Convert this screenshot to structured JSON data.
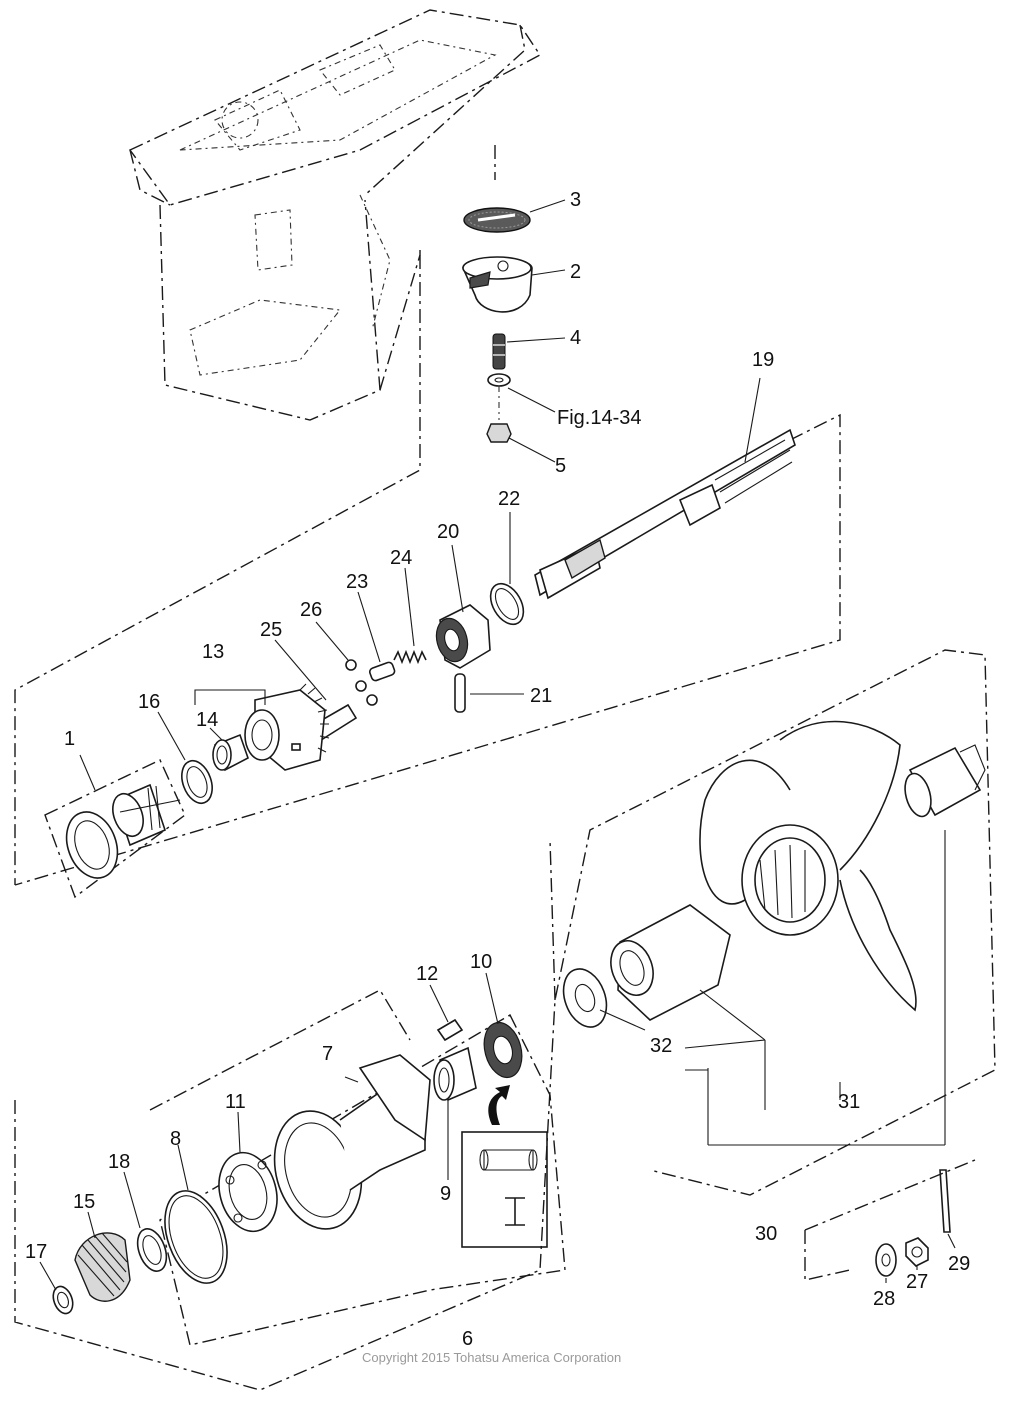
{
  "labels": {
    "p1": "1",
    "p2": "2",
    "p3": "3",
    "p4": "4",
    "p5": "5",
    "p6": "6",
    "p7": "7",
    "p8": "8",
    "p9": "9",
    "p10": "10",
    "p11": "11",
    "p12": "12",
    "p13": "13",
    "p14": "14",
    "p15": "15",
    "p16": "16",
    "p17": "17",
    "p18": "18",
    "p19": "19",
    "p20": "20",
    "p21": "21",
    "p22": "22",
    "p23": "23",
    "p24": "24",
    "p25": "25",
    "p26": "26",
    "p27": "27",
    "p28": "28",
    "p29": "29",
    "p30": "30",
    "p31": "31",
    "p32": "32",
    "fig_ref": "Fig.14-34"
  },
  "copyright": "Copyright 2015 Tohatsu America Corporation"
}
